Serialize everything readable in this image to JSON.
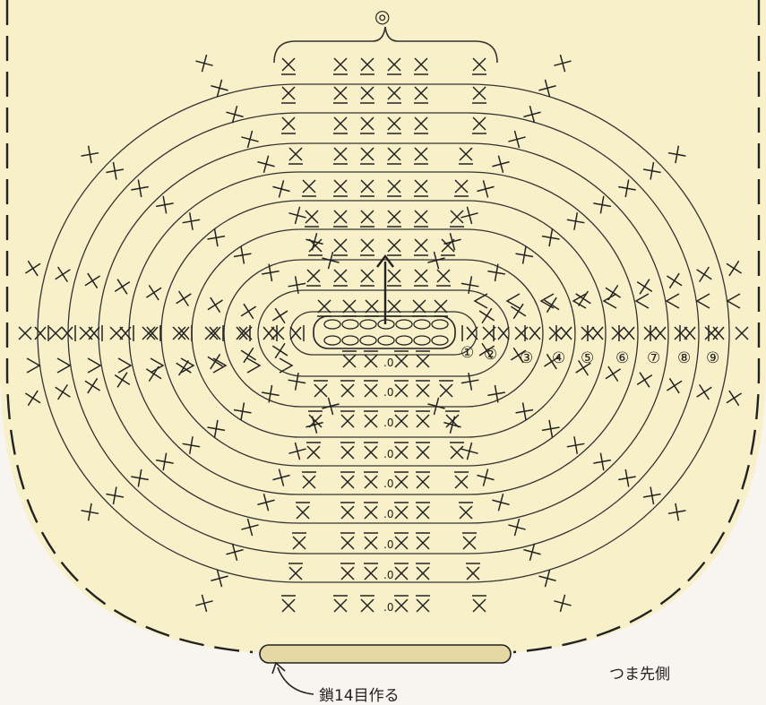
{
  "diagram": {
    "top_marker": "◎",
    "chain_label": "鎖14目作る",
    "toe_side_label": "つま先側",
    "round_numbers": [
      "①",
      "②",
      "③",
      "④",
      "⑤",
      "⑥",
      "⑦",
      "⑧",
      "⑨"
    ],
    "stitch_symbol": "×",
    "increase_symbol": "V",
    "marker_symbol": ".0",
    "colors": {
      "fill": "#f8f0c9",
      "line": "#2a2a2a",
      "chain_bar": "#e4d8a5",
      "background": "#f8f4ef"
    }
  }
}
